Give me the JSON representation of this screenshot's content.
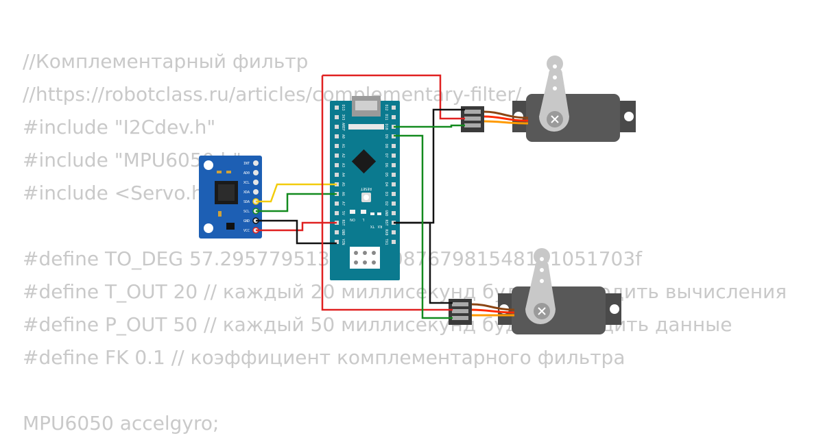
{
  "code_lines": [
    "//Комплементарный фильтр",
    "//https://robotclass.ru/articles/complementary-filter/",
    "#include \"I2Cdev.h\"",
    "#include \"MPU6050.h\"",
    "#include <Servo.h>",
    "",
    "#define TO_DEG 57.2957795130823208767981548141051703f",
    "#define T_OUT 20 // каждый 20 миллисекунд будем проводить вычисления",
    "#define P_OUT 50 // каждый 50 миллисекунд будем выводить данные",
    "#define FK 0.1 // коэффициент комплементарного фильтра",
    "",
    "MPU6050 accelgyro;"
  ],
  "mpu": {
    "pins": [
      "INT",
      "AD0",
      "XCL",
      "XDA",
      "SDA",
      "SCL",
      "GND",
      "VCC"
    ]
  },
  "nano": {
    "left_pins": [
      "D13",
      "3V3",
      "AREF",
      "A0",
      "A1",
      "A2",
      "A3",
      "A4",
      "A5",
      "A6",
      "A7",
      "5V",
      "RST",
      "GND",
      "VIN"
    ],
    "right_pins": [
      "D12",
      "D11",
      "D10",
      "D9",
      "D8",
      "D7",
      "D6",
      "D5",
      "D4",
      "D3",
      "D2",
      "GND",
      "RST",
      "RX0",
      "TX1"
    ],
    "reset_label": "RESET",
    "on_label": "ON",
    "l_label": "L",
    "tx_label": "TX",
    "rx_label": "RX"
  },
  "colors": {
    "board_nano": "#0b7a8f",
    "board_mpu": "#1d5fb4",
    "wire_red": "#e02020",
    "wire_black": "#111111",
    "wire_green": "#128a1e",
    "wire_yellow": "#f2cc0c",
    "servo_body": "#585858",
    "code_text": "#c9c9c9"
  }
}
